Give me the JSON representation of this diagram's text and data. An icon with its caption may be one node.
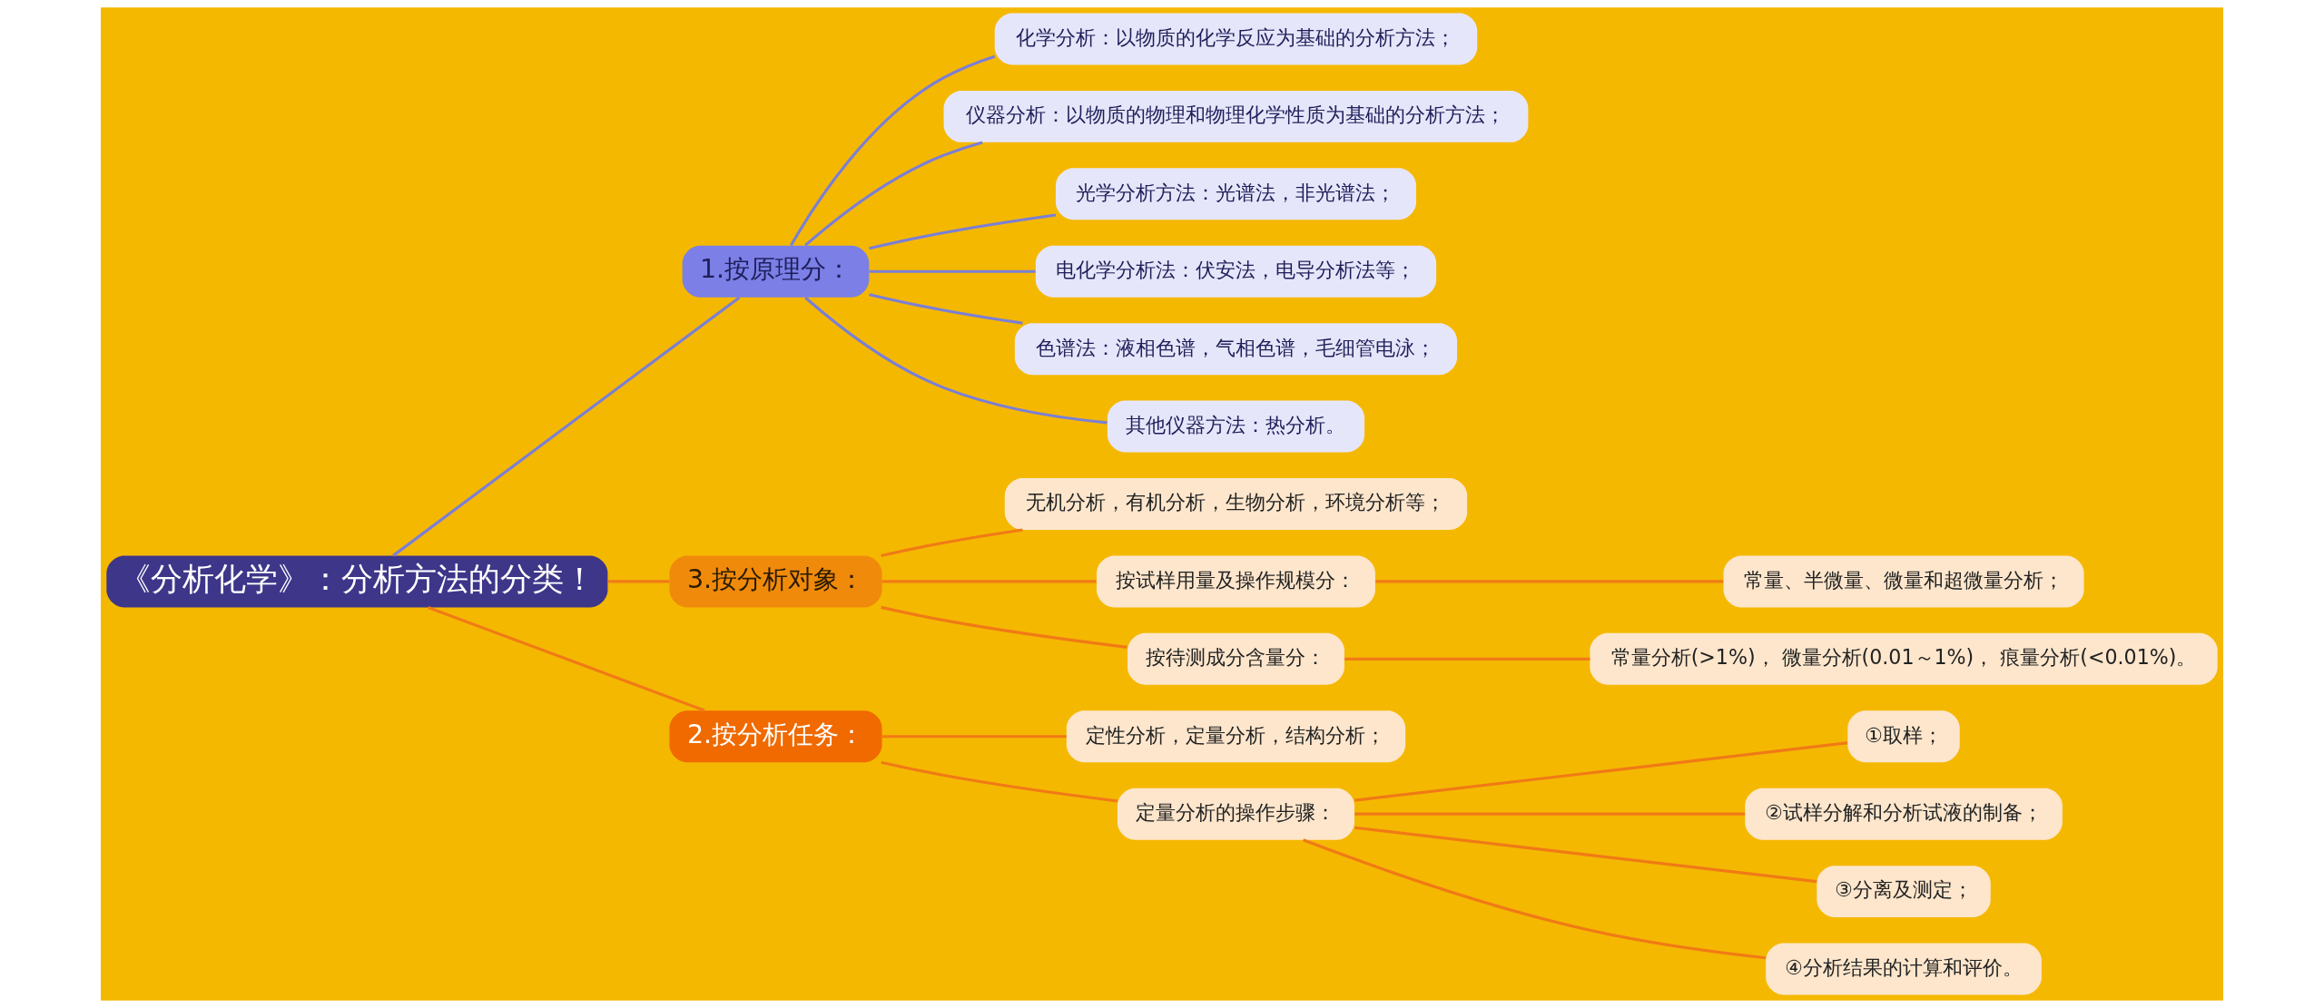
{
  "diagram": {
    "nodes": [
      {
        "text": [
          "《分析化学》：分析方法的分类！"
        ]
      },
      {
        "text": [
          "1.按原理分："
        ]
      },
      {
        "text": [
          "化学分析：以物质的化学反应为基础的分析方法；"
        ]
      },
      {
        "text": [
          "仪器分析：以物质的物理和物理化学性质为基础的分析方法；"
        ]
      },
      {
        "text": [
          "光学分析方法：光谱法，非光谱法；"
        ]
      },
      {
        "text": [
          "电化学分析法：伏安法，电导分析法等；"
        ]
      },
      {
        "text": [
          "色谱法：液相色谱，气相色谱，毛细管电泳；"
        ]
      },
      {
        "text": [
          "其他仪器方法：热分析。"
        ]
      },
      {
        "text": [
          "3.按分析对象："
        ]
      },
      {
        "text": [
          "无机分析，有机分析，生物分析，环境分析等；"
        ]
      },
      {
        "text": [
          "按试样用量及操作规模分："
        ]
      },
      {
        "text": [
          "常量、半微量、微量和超微量分析；"
        ]
      },
      {
        "text": [
          "按待测成分含量分："
        ]
      },
      {
        "text": [
          "常量分析(>1%)， 微量分析(0.01～1%)， 痕量分析(<0.01%)。"
        ]
      },
      {
        "text": [
          "2.按分析任务："
        ]
      },
      {
        "text": [
          "定性分析，定量分析，结构分析；"
        ]
      },
      {
        "text": [
          "定量分析的操作步骤："
        ]
      },
      {
        "text": [
          "①取样；"
        ]
      },
      {
        "text": [
          "②试样分解和分析试液的制备；"
        ]
      },
      {
        "text": [
          "③分离及测定；"
        ]
      },
      {
        "text": [
          "④分析结果的计算和评价。"
        ]
      }
    ],
    "edges": [
      {
        "from": 0,
        "to": 1,
        "arrow": "none",
        "color": "#7b7fd6"
      },
      {
        "from": 1,
        "to": 2,
        "arrow": "none",
        "color": "#7b7fd6"
      },
      {
        "from": 1,
        "to": 3,
        "arrow": "none",
        "color": "#7b7fd6"
      },
      {
        "from": 1,
        "to": 4,
        "arrow": "none",
        "color": "#7b7fd6"
      },
      {
        "from": 1,
        "to": 5,
        "arrow": "none",
        "color": "#7b7fd6"
      },
      {
        "from": 1,
        "to": 6,
        "arrow": "none",
        "color": "#7b7fd6"
      },
      {
        "from": 1,
        "to": 7,
        "arrow": "none",
        "color": "#7b7fd6"
      },
      {
        "from": 0,
        "to": 8,
        "arrow": "none"
      },
      {
        "from": 8,
        "to": 9,
        "arrow": "none"
      },
      {
        "from": 8,
        "to": 10,
        "arrow": "none"
      },
      {
        "from": 10,
        "to": 11,
        "arrow": "none"
      },
      {
        "from": 8,
        "to": 12,
        "arrow": "none"
      },
      {
        "from": 12,
        "to": 13,
        "arrow": "none"
      },
      {
        "from": 0,
        "to": 14,
        "arrow": "none"
      },
      {
        "from": 14,
        "to": 15,
        "arrow": "none"
      },
      {
        "from": 14,
        "to": 16,
        "arrow": "none"
      },
      {
        "from": 16,
        "to": 17,
        "arrow": "none"
      },
      {
        "from": 16,
        "to": 18,
        "arrow": "none"
      },
      {
        "from": 16,
        "to": 19,
        "arrow": "none"
      },
      {
        "from": 16,
        "to": 20,
        "arrow": "none"
      }
    ]
  }
}
